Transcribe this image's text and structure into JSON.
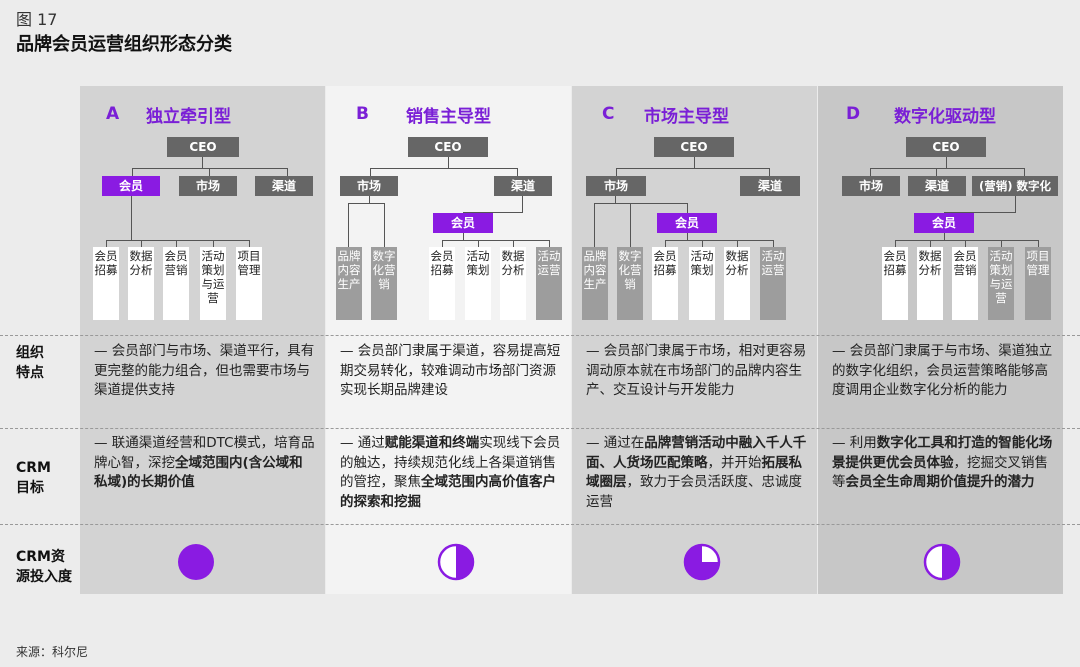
{
  "figure": {
    "number": "图 17",
    "title": "品牌会员运营组织形态分类"
  },
  "row_labels": {
    "features": [
      "组织",
      "特点"
    ],
    "crm": [
      "CRM",
      "目标"
    ],
    "resource": [
      "CRM资",
      "源投入度"
    ]
  },
  "source": "来源：科尔尼",
  "colors": {
    "purple": "#8a1be2",
    "gray_box": "#666666",
    "light_gray": "#9d9d9d"
  },
  "columns": [
    {
      "letter": "A",
      "title": "独立牵引型",
      "ceo": "CEO",
      "boxes": [
        "会员",
        "市场",
        "渠道"
      ],
      "subunits": [
        [
          "会员",
          "招募"
        ],
        [
          "数据",
          "分析"
        ],
        [
          "会员",
          "营销"
        ],
        [
          "活动",
          "策划",
          "与运",
          "营"
        ],
        [
          "项目",
          "管理"
        ]
      ],
      "feature": "— 会员部门与市场、渠道平行，具有更完整的能力组合，但也需要市场与渠道提供支持",
      "crm_parts": [
        "— 联通渠道经营和DTC模式，培育品牌心智，深挖",
        "全域范围内(含公域和私域)",
        "的长期价值"
      ],
      "resource_level": 1.0
    },
    {
      "letter": "B",
      "title": "销售主导型",
      "ceo": "CEO",
      "boxes": [
        "市场",
        "渠道",
        "会员"
      ],
      "side_units": [
        [
          "品牌",
          "内容",
          "生产"
        ],
        [
          "数字",
          "化营",
          "销"
        ]
      ],
      "subunits": [
        [
          "会员",
          "招募"
        ],
        [
          "活动",
          "策划"
        ],
        [
          "数据",
          "分析"
        ],
        [
          "活动",
          "运营"
        ]
      ],
      "feature": "— 会员部门隶属于渠道，容易提高短期交易转化，较难调动市场部门资源实现长期品牌建设",
      "crm_parts": [
        "— 通过",
        "赋能渠道和终端",
        "实现线下会员的触达，持续规范化线上各渠道销售的管控，聚焦",
        "全域范围内高价值客户的探索和挖掘",
        ""
      ],
      "resource_level": 0.5
    },
    {
      "letter": "C",
      "title": "市场主导型",
      "ceo": "CEO",
      "boxes": [
        "市场",
        "渠道",
        "会员"
      ],
      "side_units": [
        [
          "品牌",
          "内容",
          "生产"
        ],
        [
          "数字",
          "化营",
          "销"
        ]
      ],
      "subunits": [
        [
          "会员",
          "招募"
        ],
        [
          "活动",
          "策划"
        ],
        [
          "数据",
          "分析"
        ],
        [
          "活动",
          "运营"
        ]
      ],
      "feature": "— 会员部门隶属于市场，相对更容易调动原本就在市场部门的品牌内容生产、交互设计与开发能力",
      "crm_parts": [
        "— 通过在",
        "品牌营销活动中融入千人千面、人货场匹配策略",
        "，并开始",
        "拓展私域圈层",
        "，致力于会员活跃度、忠诚度运营"
      ],
      "resource_level": 0.75
    },
    {
      "letter": "D",
      "title": "数字化驱动型",
      "ceo": "CEO",
      "boxes": [
        "市场",
        "渠道",
        "(营销) 数字化",
        "会员"
      ],
      "subunits": [
        [
          "会员",
          "招募"
        ],
        [
          "数据",
          "分析"
        ],
        [
          "会员",
          "营销"
        ],
        [
          "活动",
          "策划",
          "与运",
          "营"
        ],
        [
          "项目",
          "管理"
        ]
      ],
      "feature": "— 会员部门隶属于与市场、渠道独立的数字化组织，会员运营策略能够高度调用企业数字化分析的能力",
      "crm_parts": [
        "— 利用",
        "数字化工具和打造的智能化场景提供更优会员体验",
        "，挖掘交叉销售等",
        "会员全生命周期价值提升的潜力",
        ""
      ],
      "resource_level": 0.5
    }
  ]
}
